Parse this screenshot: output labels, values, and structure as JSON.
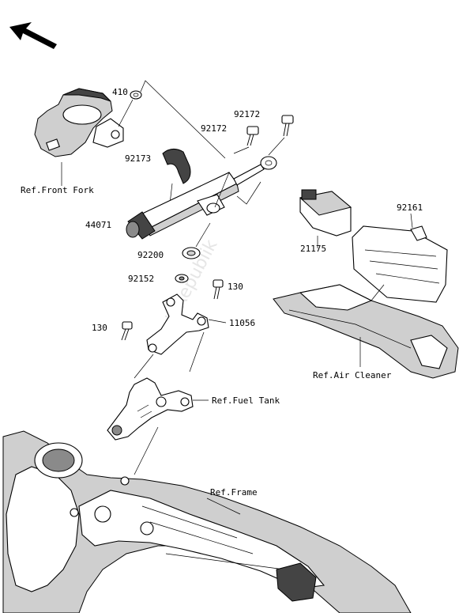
{
  "watermark": "PartsRepublik",
  "part_labels": {
    "p410": "410",
    "p92172a": "92172",
    "p92172b": "92172",
    "p92173": "92173",
    "p44071": "44071",
    "p92200": "92200",
    "p92152": "92152",
    "p130a": "130",
    "p130b": "130",
    "p11056": "11056",
    "p92161": "92161",
    "p21175": "21175"
  },
  "reference_labels": {
    "front_fork": "Ref.Front Fork",
    "fuel_tank": "Ref.Fuel Tank",
    "air_cleaner": "Ref.Air Cleaner",
    "frame": "Ref.Frame"
  }
}
